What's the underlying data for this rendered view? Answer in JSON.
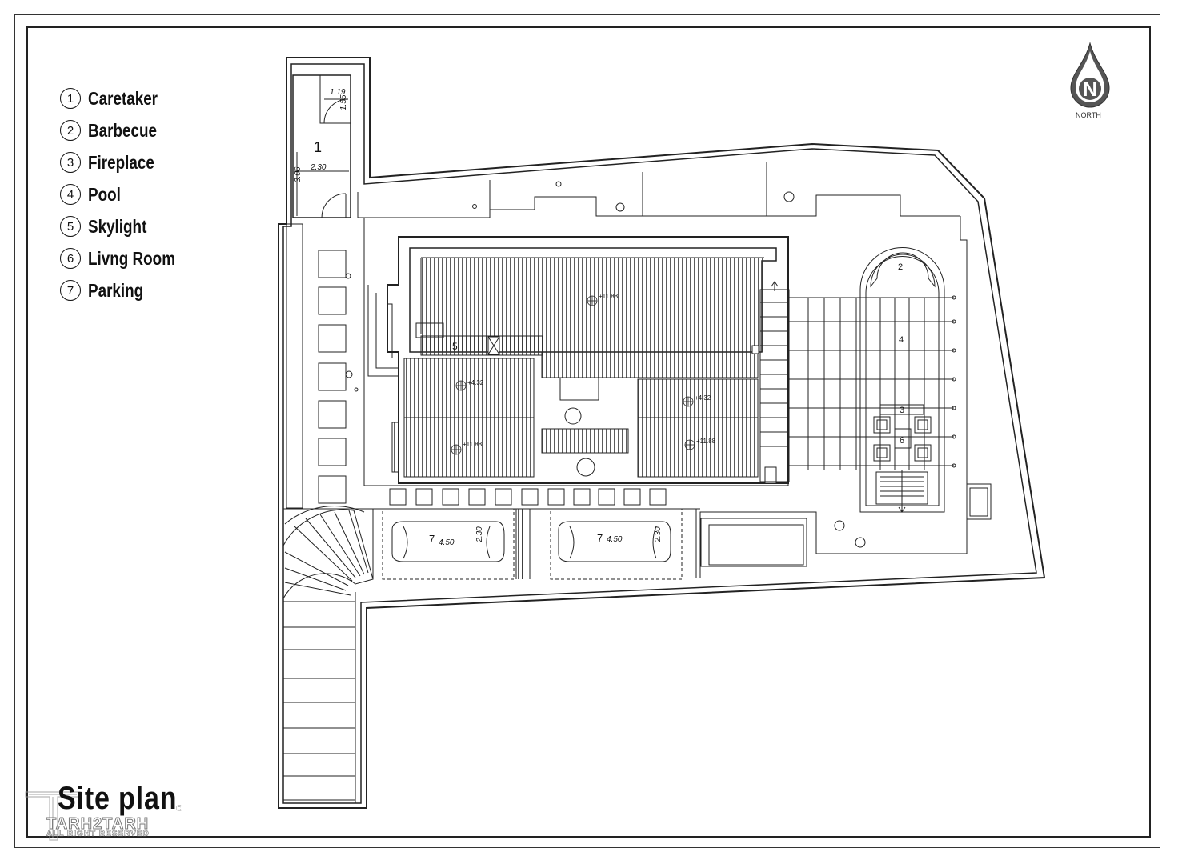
{
  "legend": [
    {
      "num": "1",
      "label": "Caretaker"
    },
    {
      "num": "2",
      "label": "Barbecue"
    },
    {
      "num": "3",
      "label": "Fireplace"
    },
    {
      "num": "4",
      "label": "Pool"
    },
    {
      "num": "5",
      "label": "Skylight"
    },
    {
      "num": "6",
      "label": "Livng Room"
    },
    {
      "num": "7",
      "label": "Parking"
    }
  ],
  "title": "Site  plan",
  "compass": {
    "letter": "N",
    "label": "NORTH"
  },
  "watermark": {
    "brand": "TARH2TARH",
    "rights": "ALL RIGHT RESERVED",
    "mark": "©"
  },
  "plan_labels": {
    "caretaker": {
      "num": "1",
      "w": "1.19",
      "h": "1.55",
      "depth": "3.06",
      "width": "2.30"
    },
    "barbecue": "2",
    "fireplace": "3",
    "pool": "4",
    "skylight": "5",
    "living": "6",
    "levels": [
      "+11.88",
      "+4.32",
      "+4.32",
      "+11.88",
      "+11.88"
    ],
    "parking": [
      {
        "num": "7",
        "len": "4.50",
        "wid": "2.30"
      },
      {
        "num": "7",
        "len": "4.50",
        "wid": "2.30"
      }
    ]
  }
}
